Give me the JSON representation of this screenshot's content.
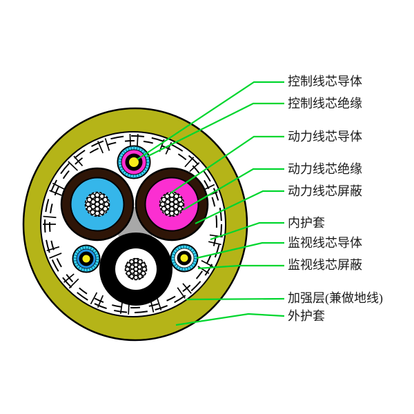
{
  "figure": {
    "type": "cable-cross-section-diagram",
    "description": "圆形电缆横截面示意图"
  },
  "labels": [
    {
      "id": "control-core-conductor",
      "text": "控制线芯导体"
    },
    {
      "id": "control-core-insulation",
      "text": "控制线芯绝缘"
    },
    {
      "id": "power-core-conductor",
      "text": "动力线芯导体"
    },
    {
      "id": "power-core-insulation",
      "text": "动力线芯绝缘"
    },
    {
      "id": "power-core-shield",
      "text": "动力线芯屏蔽"
    },
    {
      "id": "inner-sheath",
      "text": "内护套"
    },
    {
      "id": "monitor-core-conductor",
      "text": "监视线芯导体"
    },
    {
      "id": "monitor-core-shield",
      "text": "监视线芯屏蔽"
    },
    {
      "id": "reinforcement-layer",
      "text": "加强层(兼做地线)"
    },
    {
      "id": "outer-sheath",
      "text": "外护套"
    }
  ],
  "colors": {
    "outer_sheath": "#b5b418",
    "shield_brown": "#2e1507",
    "insulation_cyan": "#35b6ea",
    "insulation_magenta": "#fb2fd1",
    "braid_cyan": "#3fd7f0",
    "braid_speckle": "#0a85ad",
    "monitor_blue": "#2196e8",
    "conductor_yellow": "#f8ec1a",
    "filler_gray": "#a8a8a8",
    "leader_green": "#00d62e",
    "line_black": "#000000",
    "text": "#1a1a1a",
    "background": "#ffffff"
  }
}
